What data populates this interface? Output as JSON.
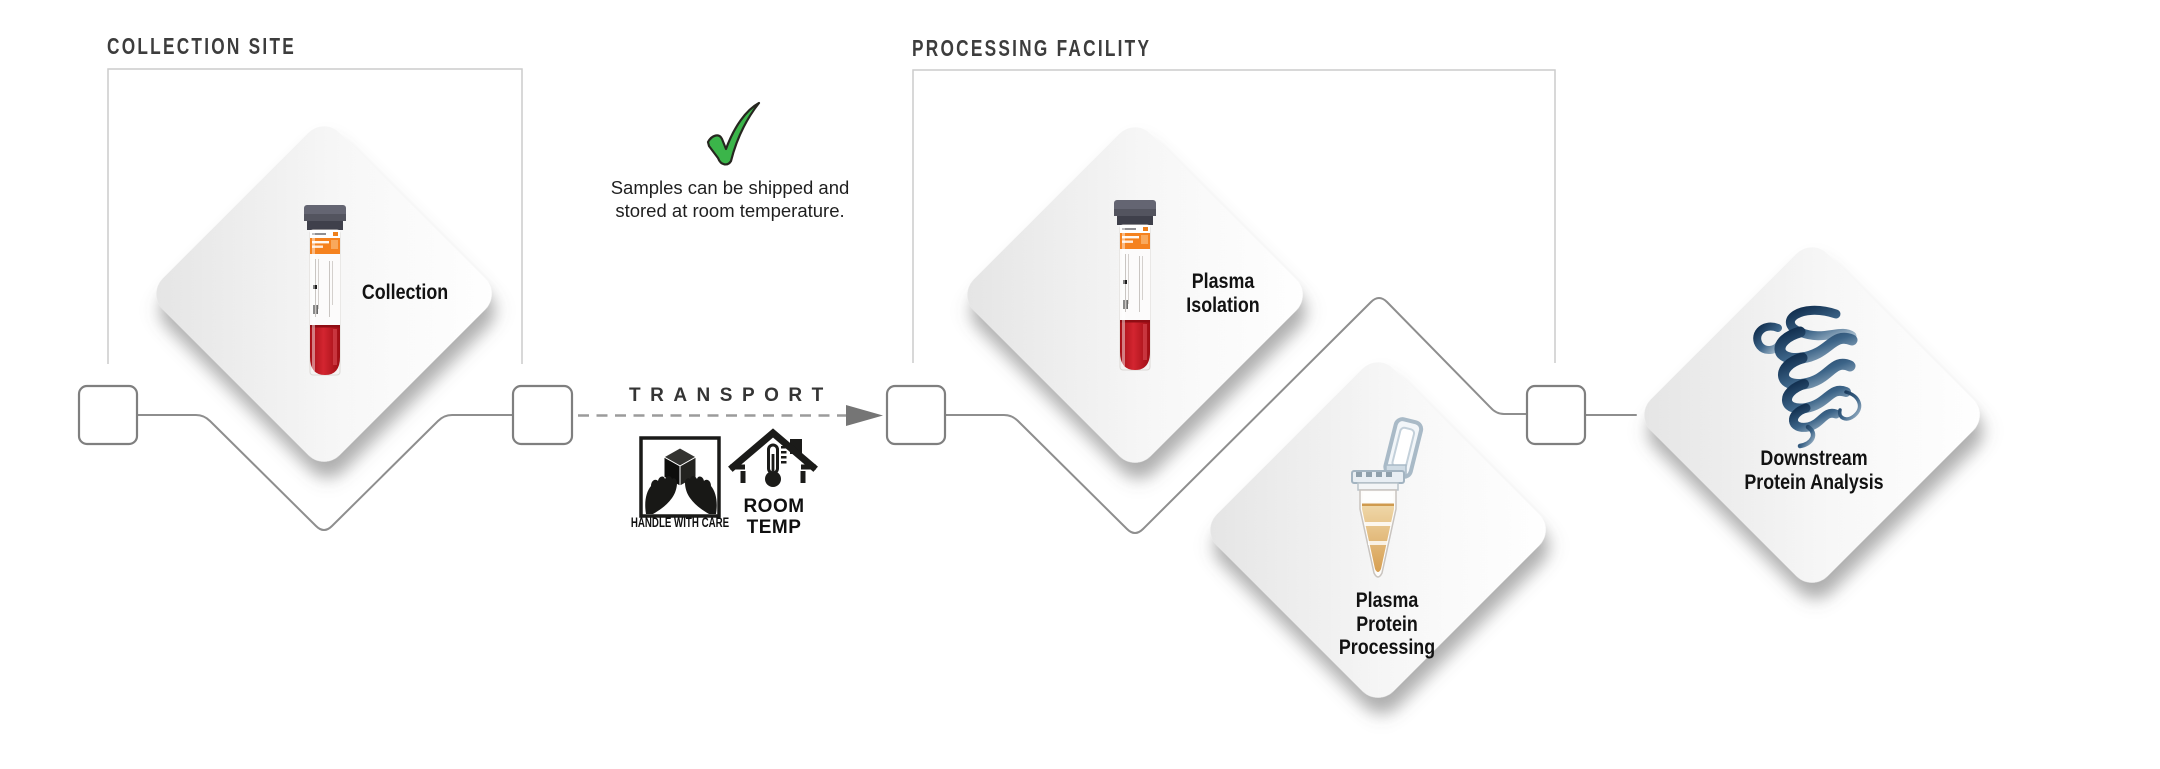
{
  "page": {
    "background": "#ffffff"
  },
  "sections": {
    "collection_site": {
      "title": "COLLECTION SITE"
    },
    "processing_facility": {
      "title": "PROCESSING FACILITY"
    }
  },
  "transport": {
    "label": "TRANSPORT",
    "note": "Samples can be shipped and\nstored at room temperature.",
    "check_icon": "check-icon",
    "handle_with_care_label": "HANDLE WITH CARE",
    "room_temp_label": "ROOM\nTEMP"
  },
  "nodes": [
    {
      "id": "collection",
      "label": "Collection",
      "icon": "blood-tube-icon"
    },
    {
      "id": "plasma-isolation",
      "label": "Plasma\nIsolation",
      "icon": "blood-tube-icon"
    },
    {
      "id": "plasma-protein-processing",
      "label": "Plasma\nProtein\nProcessing",
      "icon": "microcentrifuge-tube-icon"
    },
    {
      "id": "downstream-protein-analysis",
      "label": "Downstream\nProtein Analysis",
      "icon": "protein-ribbon-icon"
    }
  ],
  "colors": {
    "check_green": "#3BB54A",
    "tube_label_orange": "#F5821F",
    "blood_red": "#C0141D",
    "plasma_amber": "#DCA65F",
    "ribbon_navy": "#16304E",
    "connector_gray": "#8E8E8E",
    "box_border_gray": "#CCCCCC",
    "heading_text": "#3D3D3D",
    "label_text": "#141414"
  }
}
